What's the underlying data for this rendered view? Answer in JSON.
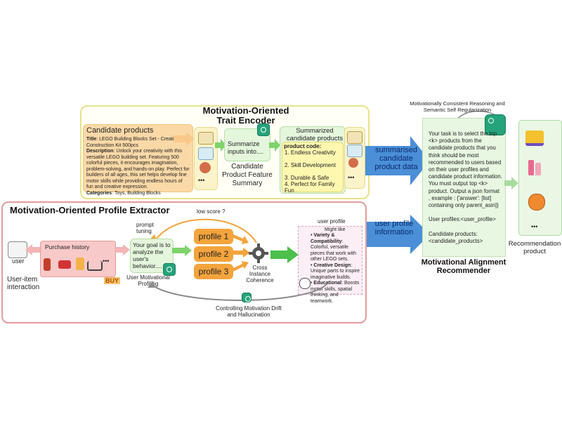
{
  "trait_encoder": {
    "title_line1": "Motivation-Oriented",
    "title_line2": "Trait Encoder",
    "candidate_products_label": "Candidate products",
    "product_title_key": "Title",
    "product_title_value": ": LEGO Building Blocks Set - Creative Construction Kit 500pcs",
    "product_desc_key": "Description",
    "product_desc_value": ": Unlock your creativity with this versatile LEGO building set. Featuring 500 colorful pieces, it encourages imagination, problem-solving, and hands-on play. Perfect for builders of all ages, this set helps develop fine motor skills while providing endless hours of fun and creative expression.",
    "product_cat_key": "Categories",
    "product_cat_value": ": Toys, Building Blocks",
    "summarize_text": "Summarize inputs into....",
    "feature_summary_label": "Candidate Product Feature Summary",
    "summarized_label": "Summarized candidate products",
    "product_code_label": "product code:",
    "summary_items": [
      "1. Endless Creativity",
      "2. Skill Development",
      "3. Durable & Safe",
      "4. Perfect for Family Fun"
    ],
    "more": "•••"
  },
  "arrows": {
    "summarised_data": "summarised candidate product data",
    "user_profile_info": "user profile information"
  },
  "profile_extractor": {
    "title": "Motivation-Oriented Profile Extractor",
    "user_label": "user",
    "purchase_history": "Purchase history",
    "user_item_label": "User-item interaction",
    "buy_label": "BUY",
    "prompt_tuning": "prompt tuning",
    "low_score": "low score ?",
    "goal_text": "Your goal is to analyze the user's behavior....",
    "profiling_label": "User Motivational Profiling",
    "profiles": [
      "profile 1",
      "profile 2",
      "profile 3"
    ],
    "coherence_label": "Cross Instance Coherence",
    "user_profile_title": "user profile",
    "might_like": "Might like",
    "traits": [
      {
        "key": "Variety & Compatibility",
        "value": ": Colorful, versatile pieces that work with other LEGO sets."
      },
      {
        "key": "Creative Design",
        "value": ": Unique parts to inspire imaginative builds."
      },
      {
        "key": "Educational",
        "value": ": Boosts motor skills, spatial thinking, and teamwork."
      }
    ],
    "controlling_label": "Controlling Motivation Drift and Hallucination",
    "more": "•••"
  },
  "recommender": {
    "top_caption": "Motivationally Consistent Reasoning and Semantic Self Regularization",
    "prompt_text": "Your task is to select the top <k> products from the candidate products that you think should be most recommended to users based on their user profiles and candidate product information. You must output top <k> product. Output a json format\n, example : {'answer': [list] containing only parent_asin]}\n\nUser profiles:<user_profile>\n\nCandidate products:<candidate_products>",
    "title": "Motivational Alignment Recommender",
    "output_label": "Recommendation product",
    "more": "•••"
  },
  "colors": {
    "blue_arrow": "#4a8fd8",
    "green_arrow": "#4cc04a",
    "orange": "#f4a43c",
    "gpt_green": "#25a37a"
  }
}
